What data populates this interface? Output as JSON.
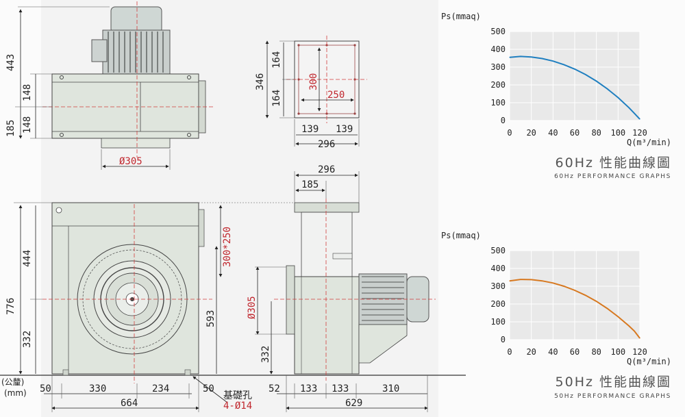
{
  "dims": {
    "top_overall": "443",
    "top_148a": "148",
    "top_148b": "148",
    "top_185": "185",
    "top_d305": "Ø305",
    "side_346": "346",
    "side_164a": "164",
    "side_164b": "164",
    "side_300": "300",
    "side_250": "250",
    "side_139a": "139",
    "side_139b": "139",
    "side_296": "296",
    "front_776": "776",
    "front_444": "444",
    "front_332": "332",
    "front_593": "593",
    "front_outlet": "300*250",
    "front_50a": "50",
    "front_330": "330",
    "front_234": "234",
    "front_50b": "50",
    "front_664": "664",
    "right_296": "296",
    "right_185": "185",
    "right_d305": "Ø305",
    "right_332": "332",
    "right_52": "52",
    "right_133a": "133",
    "right_133b": "133",
    "right_310": "310",
    "right_629": "629"
  },
  "units": {
    "line1": "(公釐)",
    "line2": "(mm)"
  },
  "foundation": {
    "label": "基礎孔",
    "spec": "4-Ø14"
  },
  "chart_data": [
    {
      "type": "line",
      "title": "60Hz 性能曲線圖",
      "subtitle": "60Hz PERFORMANCE GRAPHS",
      "ylabel": "Ps(mmaq)",
      "xlabel": "Q(m³/min)",
      "xlim": [
        0,
        120
      ],
      "ylim": [
        0,
        500
      ],
      "xticks": [
        "0",
        "20",
        "40",
        "60",
        "80",
        "100",
        "120"
      ],
      "yticks": [
        "0",
        "100",
        "200",
        "300",
        "400",
        "500"
      ],
      "grid": true,
      "color": "#1f7fc0",
      "x": [
        0,
        10,
        20,
        30,
        40,
        50,
        60,
        70,
        80,
        90,
        100,
        110,
        115,
        120
      ],
      "y": [
        355,
        360,
        357,
        348,
        334,
        314,
        289,
        258,
        221,
        178,
        129,
        72,
        40,
        8
      ]
    },
    {
      "type": "line",
      "title": "50Hz 性能曲線圖",
      "subtitle": "50Hz PERFORMANCE GRAPHS",
      "ylabel": "Ps(mmaq)",
      "xlabel": "Q(m³/min)",
      "xlim": [
        0,
        120
      ],
      "ylim": [
        0,
        500
      ],
      "xticks": [
        "0",
        "20",
        "40",
        "60",
        "80",
        "100",
        "120"
      ],
      "yticks": [
        "0",
        "100",
        "200",
        "300",
        "400",
        "500"
      ],
      "grid": true,
      "color": "#d7781f",
      "x": [
        0,
        10,
        20,
        30,
        40,
        50,
        60,
        70,
        80,
        90,
        100,
        110,
        115,
        120
      ],
      "y": [
        330,
        338,
        337,
        330,
        318,
        300,
        277,
        249,
        215,
        175,
        129,
        77,
        48,
        8
      ]
    }
  ]
}
